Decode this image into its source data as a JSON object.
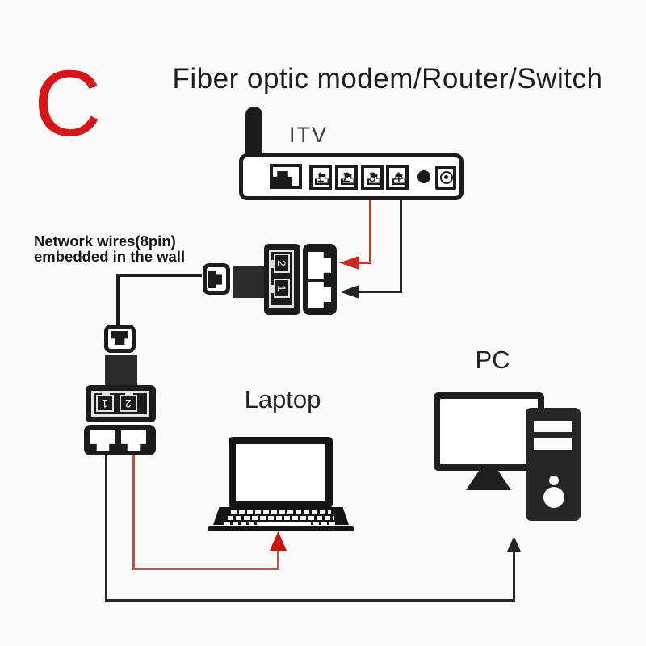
{
  "badge": {
    "letter": "C",
    "color": "#d6151b"
  },
  "title": {
    "text": "Fiber optic modem/Router/Switch"
  },
  "router": {
    "label": "ITV",
    "ports": [
      "1",
      "2",
      "3",
      "4"
    ]
  },
  "wall_note": {
    "line1": "Network wires(8pin)",
    "line2": "embedded in the wall"
  },
  "wall_inline_splitter": {
    "port_top": "2",
    "port_bottom": "1"
  },
  "room_splitter": {
    "port_left": "1",
    "port_right": "2"
  },
  "devices": {
    "laptop_label": "Laptop",
    "pc_label": "PC"
  },
  "colors": {
    "ink": "#1c1c1c",
    "red_accent": "#d6151b",
    "wire_red": "#cf312b",
    "wire_red_muted": "#b2564e",
    "arrow_red": "#cb1406",
    "wire_black": "#262626",
    "background": "#fbfbfa"
  }
}
